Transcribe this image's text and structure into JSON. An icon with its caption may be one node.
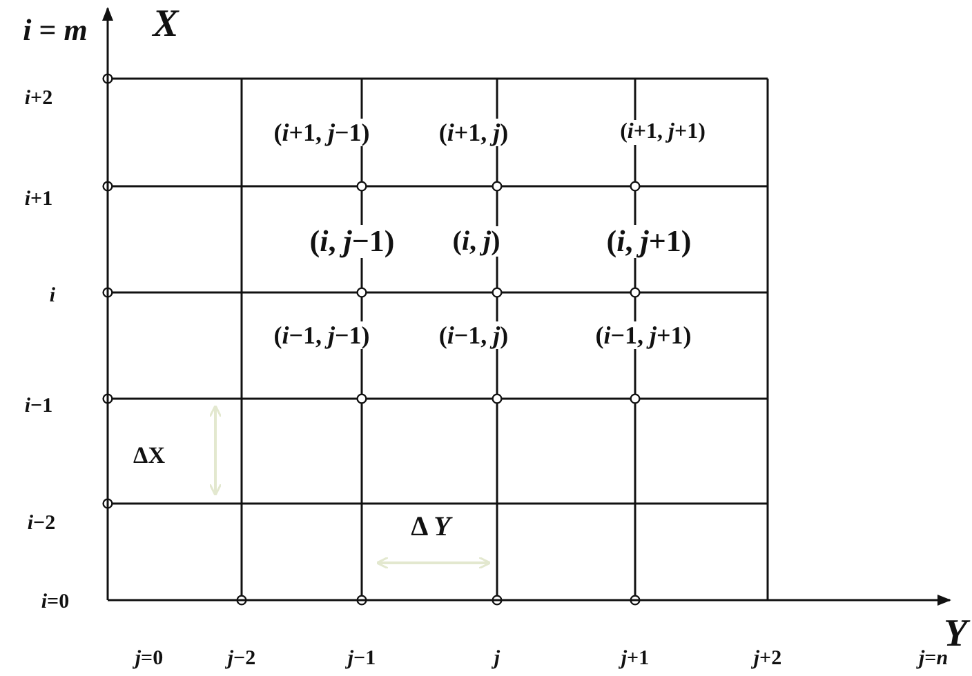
{
  "diagram": {
    "labels": [
      "*i* = *m*",
      "*X*",
      "*i*+2",
      "(*i*+1, *j*−1)",
      "(*i*+1, *j*)",
      "(*i*+1, *j*+1)",
      "*i*+1",
      "(*i*, *j*−1)",
      "(*i*, *j*)",
      "(*i*, *j*+1)",
      "*i*",
      "(*i*−1, *j*−1)",
      "(*i*−1, *j*)",
      "(*i*−1, *j*+1)",
      "*i*−1",
      "ΔX",
      "*i*−2",
      "Δ *Y*",
      "*i*=0",
      "*Y*",
      "*j*=0",
      "*j*−2",
      "*j*−1",
      "*j*",
      "*j*+1",
      "*j*+2",
      "*j*=*n*"
    ]
  }
}
